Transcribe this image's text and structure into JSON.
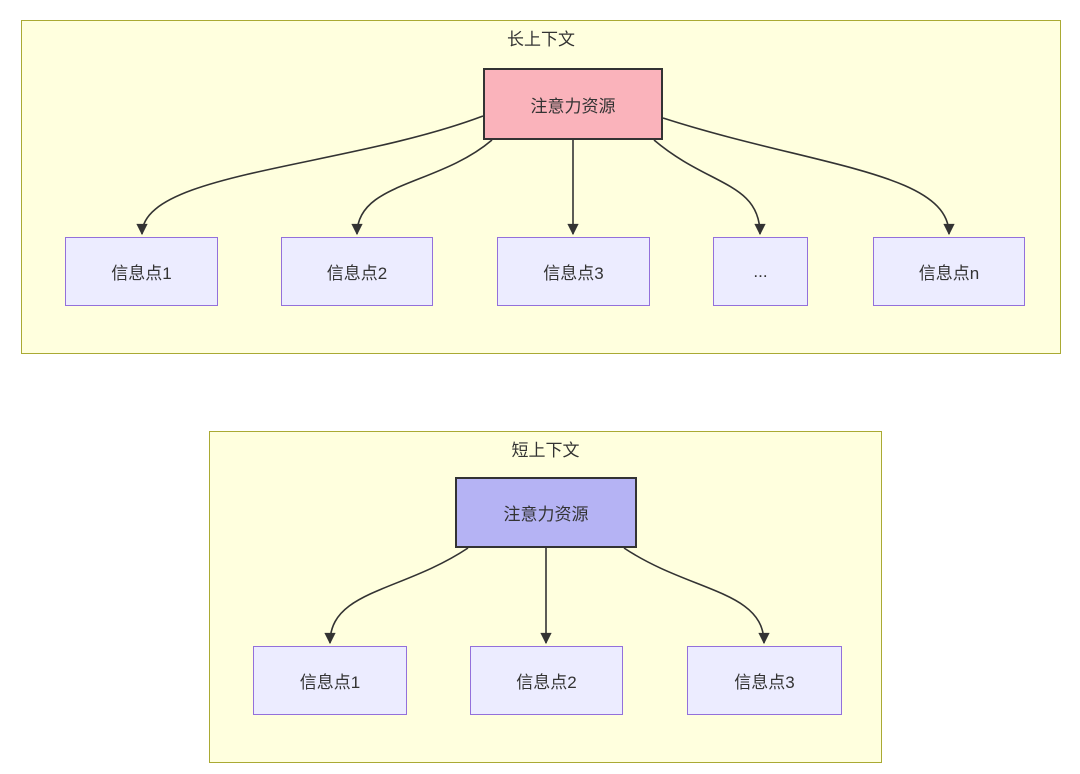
{
  "diagram": {
    "type": "flowchart",
    "sections": [
      {
        "title": "长上下文",
        "hub": {
          "label": "注意力资源",
          "fill": "#fab3bb"
        },
        "nodes": [
          {
            "label": "信息点1"
          },
          {
            "label": "信息点2"
          },
          {
            "label": "信息点3"
          },
          {
            "label": "..."
          },
          {
            "label": "信息点n"
          }
        ],
        "edges": "hub fans out with curved arrows to all five nodes"
      },
      {
        "title": "短上下文",
        "hub": {
          "label": "注意力资源",
          "fill": "#b5b3f4"
        },
        "nodes": [
          {
            "label": "信息点1"
          },
          {
            "label": "信息点2"
          },
          {
            "label": "信息点3"
          }
        ],
        "edges": "hub fans out with curved arrows to all three nodes"
      }
    ],
    "colors": {
      "container_fill": "#ffffde",
      "container_border": "#aaaa33",
      "hub_long_fill": "#fab3bb",
      "hub_short_fill": "#b5b3f4",
      "hub_border": "#333333",
      "node_fill": "#ececff",
      "node_border": "#9370db",
      "arrow": "#333333",
      "text": "#333333"
    }
  }
}
